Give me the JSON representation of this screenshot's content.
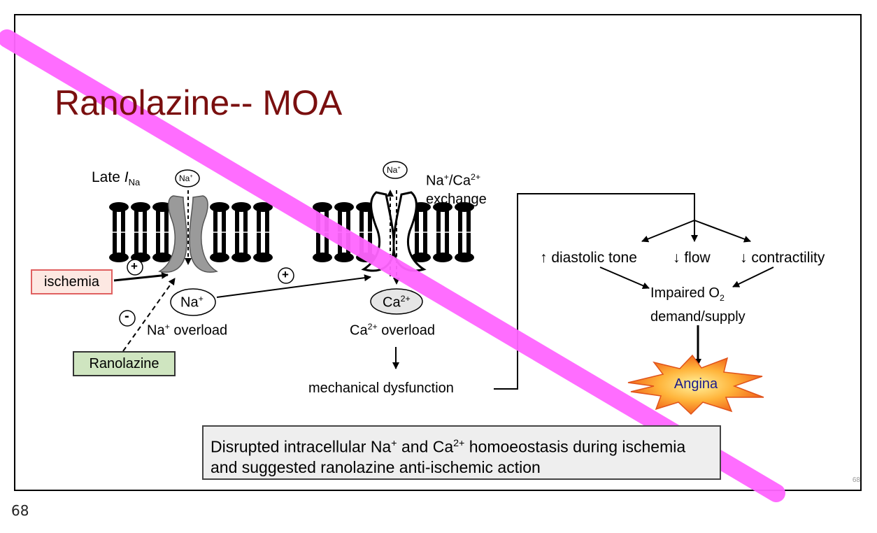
{
  "slide": {
    "title": "Ranolazine-- MOA",
    "page_number_inner": "68",
    "page_number_outer": "68"
  },
  "diagram": {
    "late_ina": {
      "prefix": "Late ",
      "italic": "I",
      "sub": "Na"
    },
    "na_ion_left": "Na",
    "na_ion_left_sup": "+",
    "na_ion_right": "Na",
    "na_ion_right_sup": "+",
    "exchange": {
      "line1_a": "Na",
      "line1_sup1": "+",
      "line1_b": "/Ca",
      "line1_sup2": "2+",
      "line2": "exchange"
    },
    "ischemia": "ischemia",
    "ranolazine": "Ranolazine",
    "plus_sign": "+",
    "minus_sign": "-",
    "na_center": "Na",
    "na_center_sup": "+",
    "na_overload_a": "Na",
    "na_overload_sup": "+",
    "na_overload_b": " overload",
    "ca_center": "Ca",
    "ca_center_sup": "2+",
    "ca_overload_a": "Ca",
    "ca_overload_sup": "2+",
    "ca_overload_b": " overload",
    "mechanical": "mechanical dysfunction",
    "diastolic": "↑ diastolic tone",
    "flow": "↓ flow",
    "contractility": "↓ contractility",
    "impaired_a": "Impaired O",
    "impaired_sub": "2",
    "impaired_b": "demand/supply",
    "angina": "Angina",
    "caption_a": "Disrupted intracellular Na",
    "caption_sup1": "+",
    "caption_b": " and Ca",
    "caption_sup2": "2+",
    "caption_c": " homoeostasis during ischemia and suggested ranolazine anti-ischemic action"
  },
  "colors": {
    "title": "#7a0f0f",
    "ischemia_fill": "#fde8e2",
    "ranolazine_fill": "#cfe5c0",
    "annotation_stroke": "#ff66ff",
    "angina_fill": "#f7941d",
    "angina_text": "#1b1b8a"
  }
}
